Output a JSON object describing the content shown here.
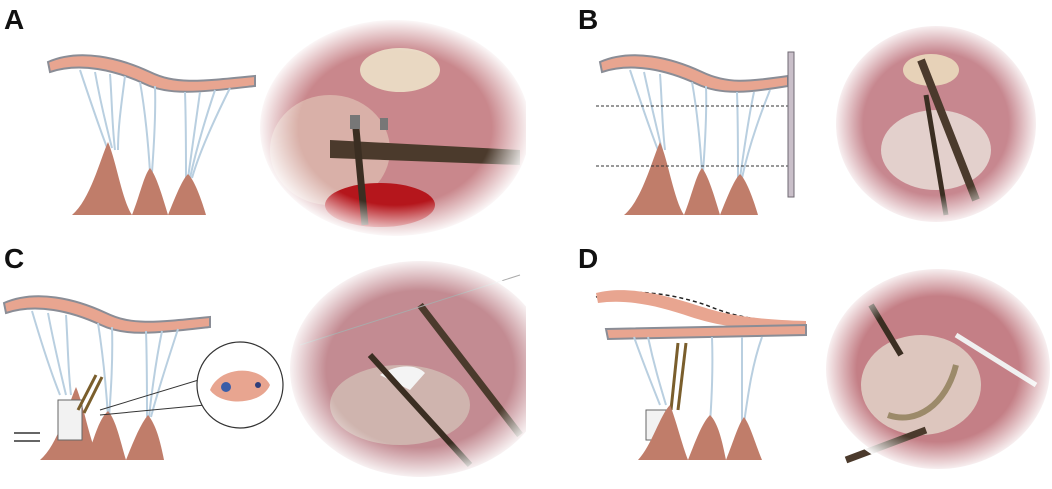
{
  "panels": [
    {
      "letter": "A"
    },
    {
      "letter": "B"
    },
    {
      "letter": "C"
    },
    {
      "letter": "D"
    }
  ],
  "colors": {
    "leaflet": "#e8a590",
    "leaflet_edge": "#8a8d96",
    "muscle": "#c07d6a",
    "chord": "#b9cfe0",
    "tissue": "#c6848a",
    "blood": "#b5161c",
    "instrument": "#4b3a2c"
  }
}
